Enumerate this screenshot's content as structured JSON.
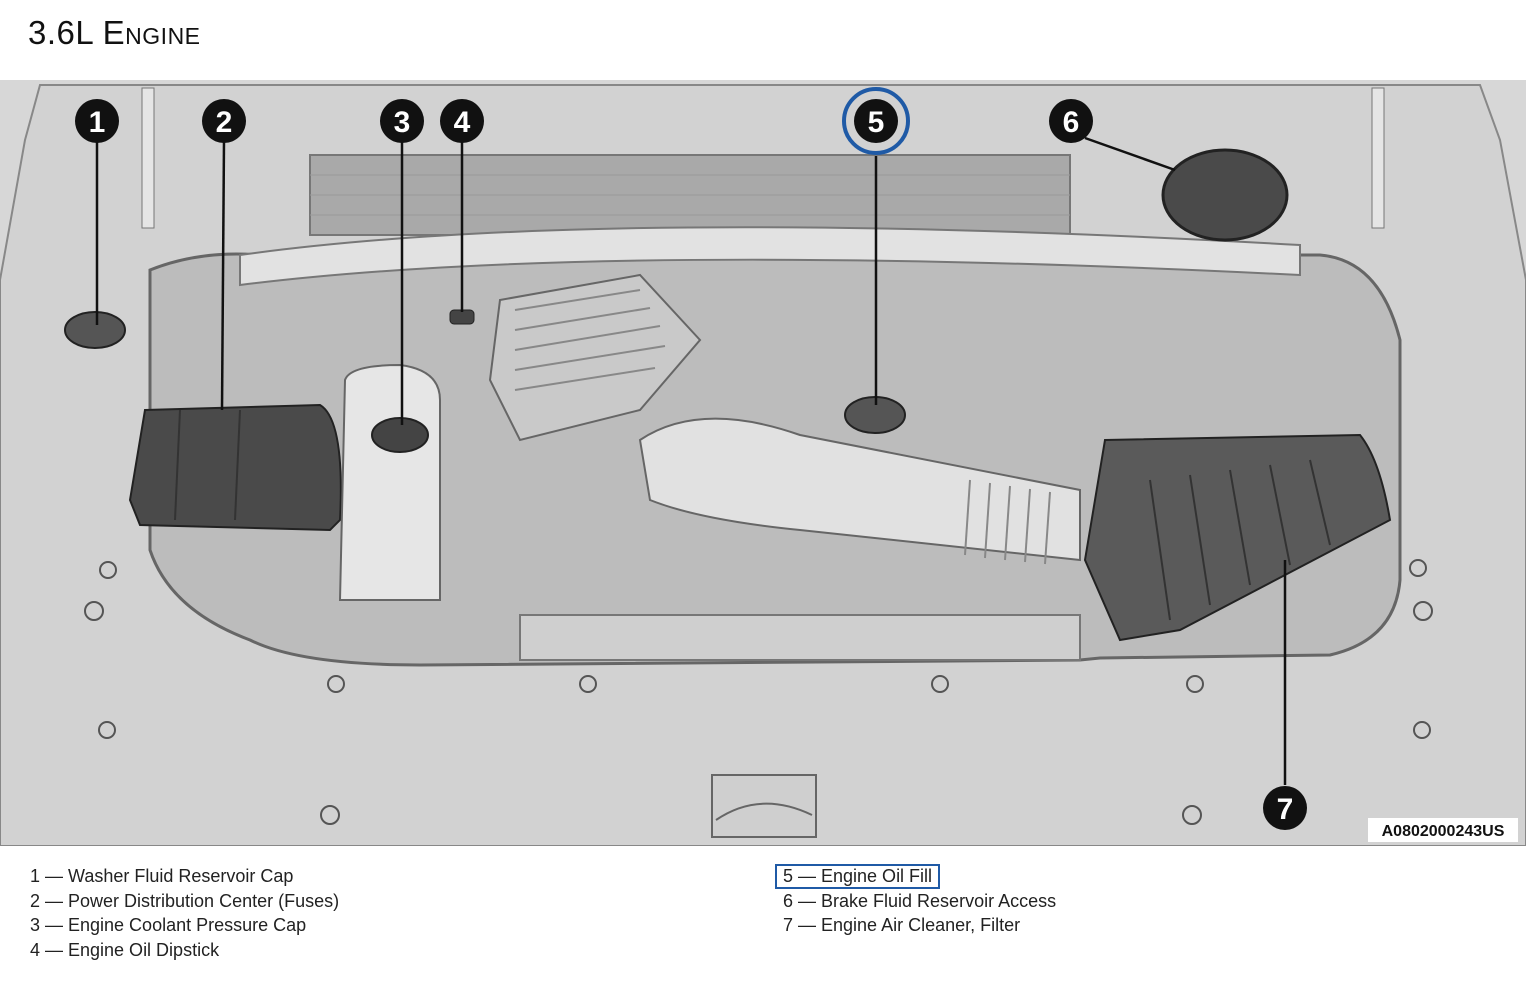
{
  "title": "3.6L Engine",
  "image_code": "A0802000243US",
  "callouts": [
    "1",
    "2",
    "3",
    "4",
    "5",
    "6",
    "7"
  ],
  "highlight_color": "#1f5aa6",
  "legend": [
    {
      "num": "1",
      "label": "1 — Washer Fluid Reservoir Cap"
    },
    {
      "num": "2",
      "label": "2 — Power Distribution Center (Fuses)"
    },
    {
      "num": "3",
      "label": "3 — Engine Coolant Pressure Cap"
    },
    {
      "num": "4",
      "label": "4 — Engine Oil Dipstick"
    },
    {
      "num": "5",
      "label": "5 — Engine Oil Fill",
      "highlighted": true
    },
    {
      "num": "6",
      "label": "6 — Brake Fluid Reservoir Access"
    },
    {
      "num": "7",
      "label": "7 — Engine Air Cleaner, Filter"
    }
  ]
}
